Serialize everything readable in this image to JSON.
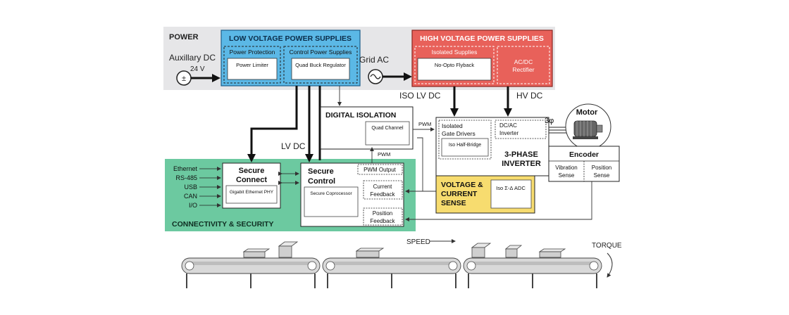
{
  "power": {
    "section_label": "POWER",
    "aux_dc_label": "Auxillary DC",
    "aux_dc_voltage": "24 V",
    "grid_ac_label": "Grid AC",
    "lv_title": "LOW VOLTAGE POWER SUPPLIES",
    "power_protection_label": "Power Protection",
    "power_limiter_label": "Power Limiter",
    "control_power_label": "Control Power Supplies",
    "quad_buck_label": "Quad Buck Regulator",
    "hv_title": "HIGH VOLTAGE POWER SUPPLIES",
    "isolated_supplies_label": "Isolated Supplies",
    "no_opto_flyback_label": "No-Opto Flyback",
    "acdc_label_line1": "AC/DC",
    "acdc_label_line2": "Rectifier"
  },
  "signals": {
    "iso_lv_dc": "ISO LV DC",
    "hv_dc": "HV DC",
    "lv_dc": "LV DC",
    "pwm_top": "PWM",
    "pwm_mid": "PWM",
    "three_phase": "3φ"
  },
  "digital_isolation": {
    "title": "DIGITAL ISOLATION",
    "quad_channel": "Quad Channel"
  },
  "inverter": {
    "gate_drivers_line1": "Isolated",
    "gate_drivers_line2": "Gate Drivers",
    "iso_half_bridge": "Iso Half-Bridge",
    "dcac_line1": "DC/AC",
    "dcac_line2": "Inverter",
    "title_line1": "3-PHASE",
    "title_line2": "INVERTER"
  },
  "sense": {
    "title_line1": "VOLTAGE &",
    "title_line2": "CURRENT",
    "title_line3": "SENSE",
    "adc_label": "Iso Σ-Δ ADC"
  },
  "motor": {
    "label": "Motor",
    "encoder_label": "Encoder",
    "vibration_line1": "Vibration",
    "vibration_line2": "Sense",
    "position_line1": "Position",
    "position_line2": "Sense"
  },
  "connectivity": {
    "section_label": "CONNECTIVITY & SECURITY",
    "interfaces": [
      "Ethernet",
      "RS-485",
      "USB",
      "CAN",
      "I/O"
    ],
    "secure_connect_line1": "Secure",
    "secure_connect_line2": "Connect",
    "gigabit_phy": "Gigabit Ethernet PHY",
    "secure_control_line1": "Secure",
    "secure_control_line2": "Control",
    "secure_coprocessor": "Secure Coprocessor",
    "pwm_output": "PWM Output",
    "current_feedback_line1": "Current",
    "current_feedback_line2": "Feedback",
    "position_feedback_line1": "Position",
    "position_feedback_line2": "Feedback"
  },
  "conveyor": {
    "speed_label": "SPEED",
    "torque_label": "TORQUE"
  },
  "colors": {
    "power_band": "#e6e6e8",
    "lv_blue": "#5bb8e6",
    "hv_red": "#e8615a",
    "conn_green": "#6cc9a0",
    "sense_yellow": "#f7dc6f"
  }
}
